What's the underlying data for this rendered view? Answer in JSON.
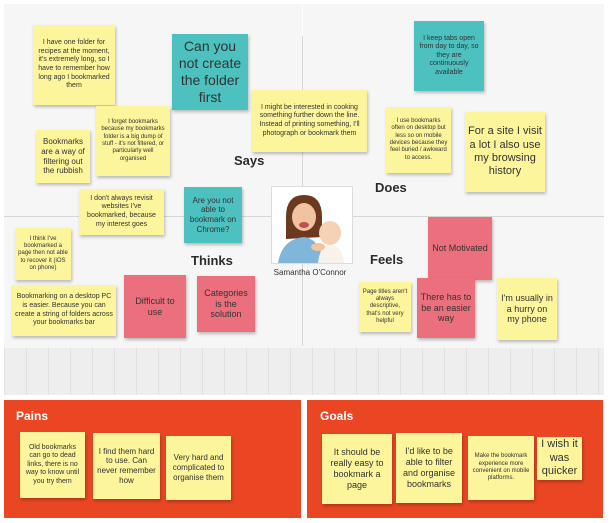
{
  "quadrants": {
    "says": "Says",
    "does": "Does",
    "thinks": "Thinks",
    "feels": "Feels"
  },
  "persona": {
    "name": "Samantha O'Connor"
  },
  "notes": {
    "says_folder_recipes": "I have one folder for recipes at the moment, it's extremely long, so I have to remember how long ago I bookmarked them",
    "says_create_folder": "Can you not create the folder first",
    "says_forget_bookmarks": "I forget bookmarks because my bookmarks folder is a big dump of stuff - it's not filtered, or particularly well organised",
    "says_filtering": "Bookmarks are a way of filtering out the rubbish",
    "says_cooking": "I might be interested in cooking something further down the line. Instead of printing something, I'll photograph or bookmark them",
    "does_tabs_open": "I keep tabs open from day to day, so they are continuously available",
    "does_desktop": "I use bookmarks often on desktop but less so on mobile devices because they feel buried / awkward to access.",
    "does_browsing_history": "For a site I visit a lot I also use my browsing history",
    "thinks_revisit": "I don't always revisit websites I've bookmarked, because my interest goes",
    "thinks_chrome": "Are you not able to bookmark on Chrome?",
    "thinks_iphone": "I think I've bookmarked a page then not able to recover it (iOS on phone)",
    "thinks_desktop_easier": "Bookmarking on a desktop PC is easier. Because you can create a string of folders across your bookmarks bar",
    "thinks_difficult": "Difficult to use",
    "thinks_categories": "Categories is the solution",
    "feels_not_motivated": "Not Motivated",
    "feels_page_titles": "Page titles aren't always descriptive, that's not very helpful",
    "feels_easier_way": "There has to be an easier way",
    "feels_hurry": "I'm usually in a hurry on my phone"
  },
  "pains": {
    "title": "Pains",
    "items": [
      "Old bookmarks can go to dead links, there is no way to know until you try them",
      "I find them hard to use. Can never remember how",
      "Very hard and complicated to organise them"
    ]
  },
  "goals": {
    "title": "Goals",
    "items": [
      "It should be really easy to bookmark a page",
      "I'd like to be able to filter and organise bookmarks",
      "Make the bookmark experience more convenient on mobile platforms.",
      "I wish it was quicker"
    ]
  },
  "colors": {
    "sticky_yellow": "#fcf59b",
    "sticky_teal": "#4cc1bf",
    "sticky_pink": "#ec6f7d",
    "panel_orange": "#ea4624"
  }
}
